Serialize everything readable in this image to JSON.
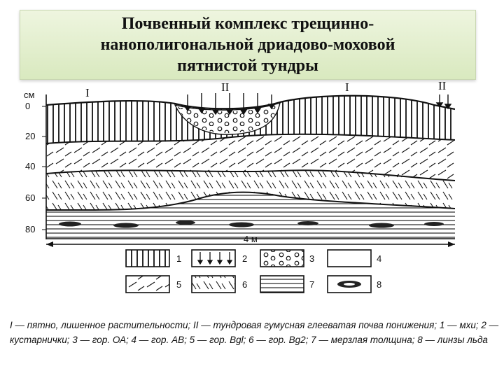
{
  "title": "Почвенный комплекс трещинно-\nнанополигональной дриадово-моховой\nпятнистой тундры",
  "axis": {
    "unit": "см",
    "ticks": [
      "0",
      "20",
      "40",
      "60",
      "80"
    ],
    "scale_label": "4 м"
  },
  "zones": [
    "I",
    "II",
    "I",
    "II"
  ],
  "legend": {
    "numbers": [
      "1",
      "2",
      "3",
      "4",
      "5",
      "6",
      "7",
      "8"
    ]
  },
  "caption": "I — пятно, лишенное растительности; II — тундровая гумусная глееватая почва понижения; 1 — мхи; 2 — кустарнички; 3 — гор. ОА; 4 — гор. АВ; 5 — гор. Bgl; 6 — гор. Bg2; 7 — мерзлая толщина; 8 — линзы льда"
}
